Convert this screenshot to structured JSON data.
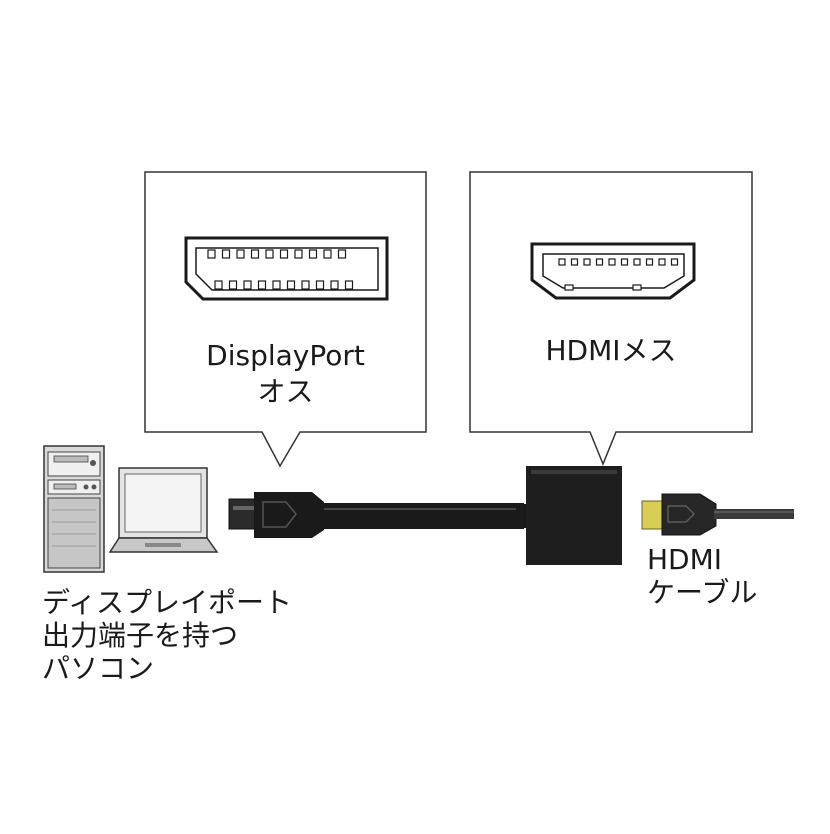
{
  "callouts": {
    "displayport": {
      "line1": "DisplayPort",
      "line2": "オス"
    },
    "hdmi_female": {
      "line1": "HDMIメス"
    }
  },
  "labels": {
    "pc": {
      "line1": "ディスプレイポート",
      "line2": "出力端子を持つ",
      "line3": "パソコン"
    },
    "hdmi_cable": {
      "line1": "HDMI",
      "line2": "ケーブル"
    }
  },
  "colors": {
    "ink": "#1a1a1a",
    "line": "#333333",
    "gold": "#d8cd55",
    "screen": "#f2f2f2"
  },
  "icons": [
    "desktop-tower-icon",
    "laptop-icon",
    "displayport-plug-icon",
    "hdmi-adapter-icon",
    "hdmi-plug-icon"
  ]
}
